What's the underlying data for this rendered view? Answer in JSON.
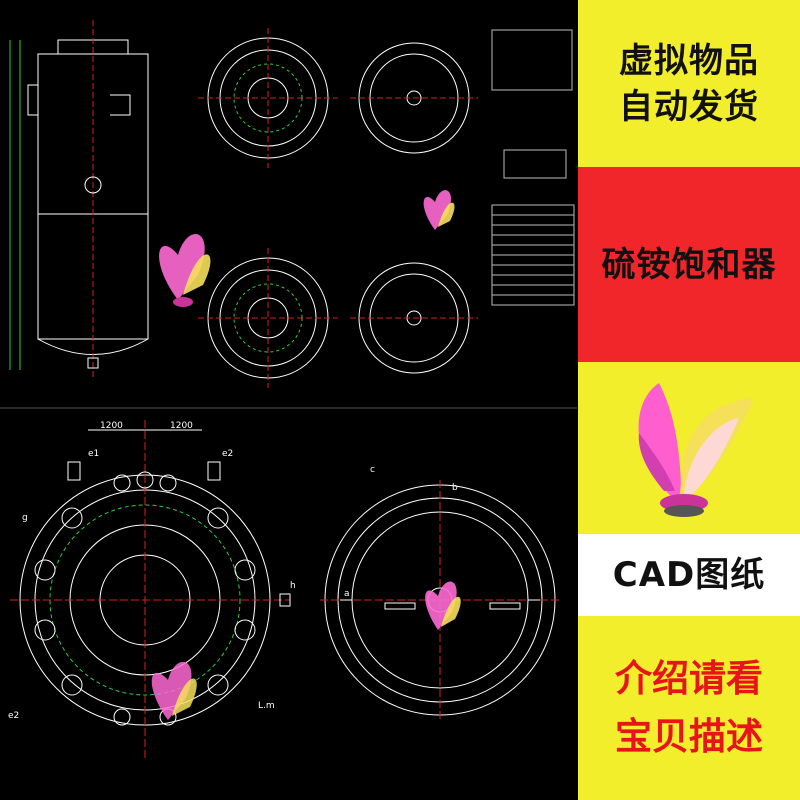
{
  "right_panel": {
    "line1": "虚拟物品",
    "line2": "自动发货",
    "product_name": "硫铵饱和器",
    "format_label": "CAD图纸",
    "note_line1": "介绍请看",
    "note_line2": "宝贝描述"
  },
  "colors": {
    "yellow_bg": "#f3ee2b",
    "red_bg": "#f0262a",
    "red_text": "#e8141b",
    "cad_line": "#ffffff",
    "cad_green": "#2ecc40",
    "cad_red": "#d62020"
  },
  "cad_drawing": {
    "dim_labels": [
      "1200",
      "1200"
    ],
    "nozzle_labels": [
      "e1",
      "e2",
      "g",
      "c",
      "h",
      "e2",
      "L.m",
      "a",
      "b"
    ]
  },
  "icons": [
    "feather-shuttlecock-icon"
  ]
}
